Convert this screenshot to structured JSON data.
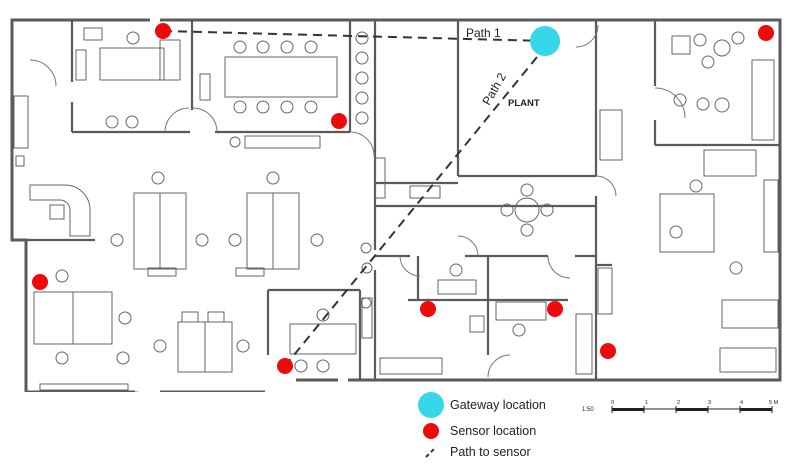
{
  "labels": {
    "path1": "Path 1",
    "path2": "Path 2",
    "plant": "PLANT"
  },
  "legend": {
    "gateway": "Gateway location",
    "sensor": "Sensor location",
    "path": "Path to sensor"
  },
  "scale": {
    "ratio": "1:50",
    "ticks": [
      "0",
      "1",
      "2",
      "3",
      "4",
      "5 M"
    ]
  },
  "colors": {
    "gateway": "#36d7e8",
    "sensor": "#ee0a0a",
    "wall": "#5a5a5a",
    "path": "#333333"
  }
}
